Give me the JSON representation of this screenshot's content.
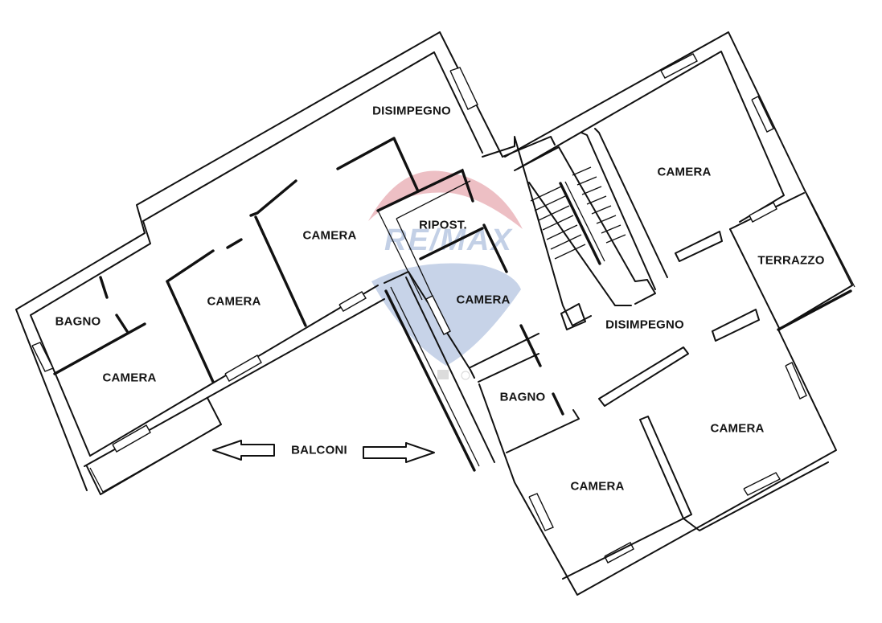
{
  "watermark": {
    "brand": "RE/MAX",
    "registered_mark": "®",
    "colors": {
      "red": "#e7a9b0",
      "blue": "#b9c8e2",
      "gray": "#dcdcdc"
    }
  },
  "rooms": {
    "left_wing": {
      "disimpegno": "DISIMPEGNO",
      "camera_upper": "CAMERA",
      "camera_middle": "CAMERA",
      "bagno": "BAGNO",
      "camera_lower": "CAMERA"
    },
    "center": {
      "ripostiglio": "RIPOST.",
      "camera": "CAMERA",
      "bagno": "BAGNO"
    },
    "right_wing": {
      "camera_top": "CAMERA",
      "terrazzo": "TERRAZZO",
      "disimpegno": "DISIMPEGNO",
      "camera_right": "CAMERA",
      "camera_bottom": "CAMERA"
    }
  },
  "balconi": {
    "label": "BALCONI",
    "left_arrow": "arrow-left-outline",
    "right_arrow": "arrow-right-outline"
  },
  "colors": {
    "ink": "#111111",
    "background": "#ffffff"
  }
}
